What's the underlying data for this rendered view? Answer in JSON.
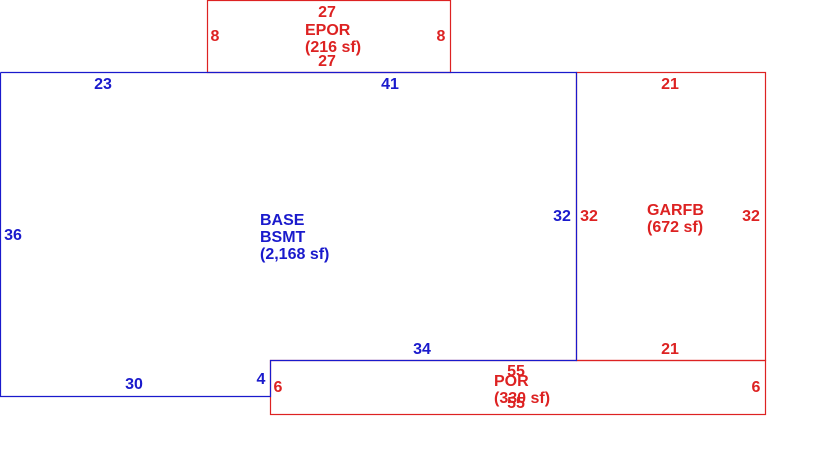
{
  "colors": {
    "base": "#1a1acc",
    "garage": "#dd2222",
    "background": "#ffffff"
  },
  "areas": {
    "base": {
      "code": "BASE",
      "sub_code": "BSMT",
      "size": "(2,168 sf)",
      "dims": {
        "top_left": "23",
        "top_right": "41",
        "left": "36",
        "right": "32",
        "bottom_right": "34",
        "bottom_left": "30",
        "step": "4"
      }
    },
    "epor": {
      "code": "EPOR",
      "size": "(216 sf)",
      "dims": {
        "top": "27",
        "bottom": "27",
        "left": "8",
        "right": "8"
      }
    },
    "garfb": {
      "code": "GARFB",
      "size": "(672 sf)",
      "dims": {
        "top": "21",
        "bottom": "21",
        "left": "32",
        "right": "32"
      }
    },
    "por": {
      "code": "POR",
      "size": "(330 sf)",
      "dims": {
        "top": "55",
        "bottom": "55",
        "left": "6",
        "right": "6"
      }
    }
  }
}
